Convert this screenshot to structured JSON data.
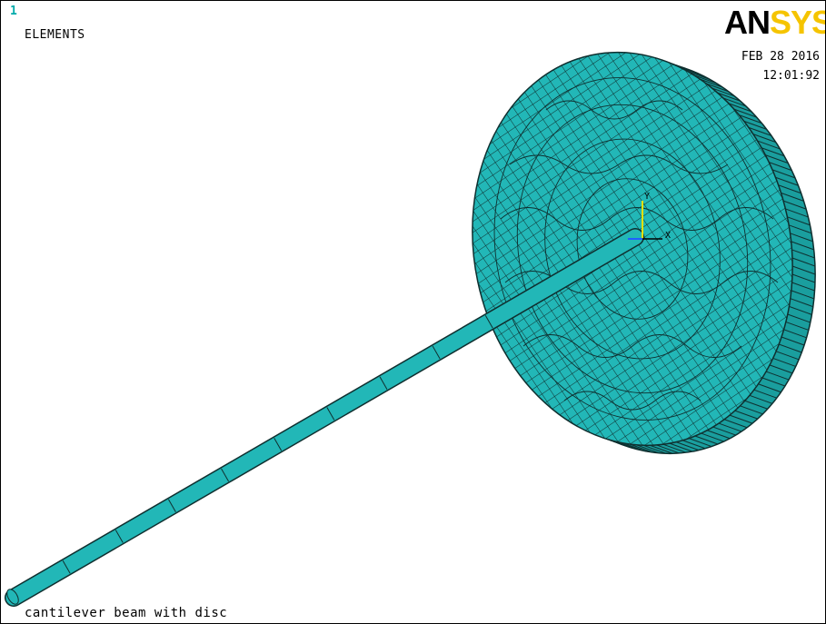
{
  "window": {
    "number": "1",
    "plot_label": "ELEMENTS"
  },
  "logo": {
    "part1": "AN",
    "part2": "SYS"
  },
  "timestamp": {
    "date": "FEB 28 2016",
    "time": "12:01:92"
  },
  "caption": "cantilever beam with disc",
  "triad": {
    "x_label": "X",
    "y_label": "Y"
  },
  "colors": {
    "element_fill": "#22b7b7",
    "element_edge": "#0f2f2f",
    "logo_accent": "#f5c400"
  }
}
